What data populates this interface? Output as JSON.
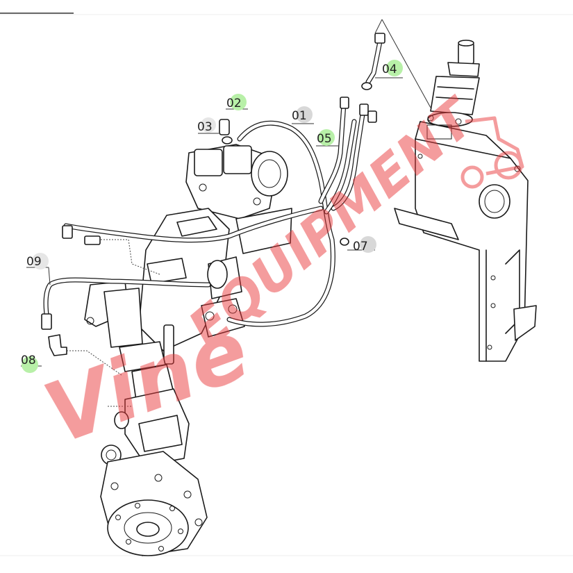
{
  "callouts": [
    {
      "id": "01",
      "highlight": false
    },
    {
      "id": "02",
      "highlight": true
    },
    {
      "id": "03",
      "highlight": false
    },
    {
      "id": "04",
      "highlight": true
    },
    {
      "id": "05",
      "highlight": true
    },
    {
      "id": "07",
      "highlight": false
    },
    {
      "id": "08",
      "highlight": true
    },
    {
      "id": "09",
      "highlight": false
    }
  ],
  "watermark": {
    "script": "Vine",
    "word": "EQUIPMENT",
    "color": "#e8383b"
  },
  "colors": {
    "highlight": "#b8f0a8",
    "greyDot": "#d8d8d8",
    "line": "#1a1a1a"
  }
}
